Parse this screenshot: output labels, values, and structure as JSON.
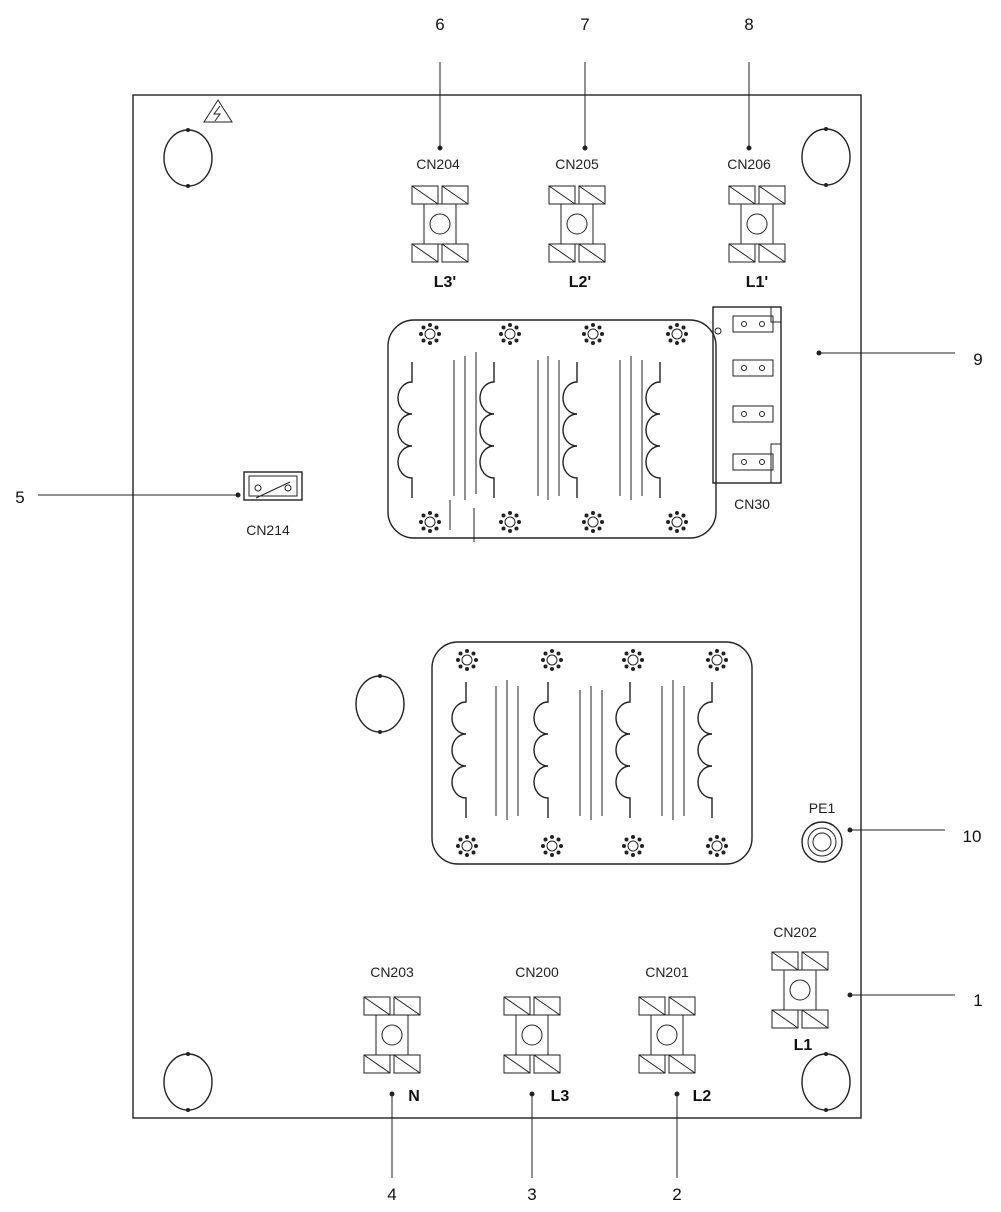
{
  "callouts": {
    "n1": "1",
    "n2": "2",
    "n3": "3",
    "n4": "4",
    "n5": "5",
    "n6": "6",
    "n7": "7",
    "n8": "8",
    "n9": "9",
    "n10": "10"
  },
  "connectors": {
    "cn204": "CN204",
    "cn205": "CN205",
    "cn206": "CN206",
    "cn30": "CN30",
    "cn214": "CN214",
    "pe1": "PE1",
    "cn202": "CN202",
    "cn203": "CN203",
    "cn200": "CN200",
    "cn201": "CN201"
  },
  "terminals": {
    "l3p": "L3'",
    "l2p": "L2'",
    "l1p": "L1'",
    "l1": "L1",
    "n": "N",
    "l3": "L3",
    "l2": "L2"
  },
  "icons": {
    "warning": "high-voltage-warning-icon"
  }
}
